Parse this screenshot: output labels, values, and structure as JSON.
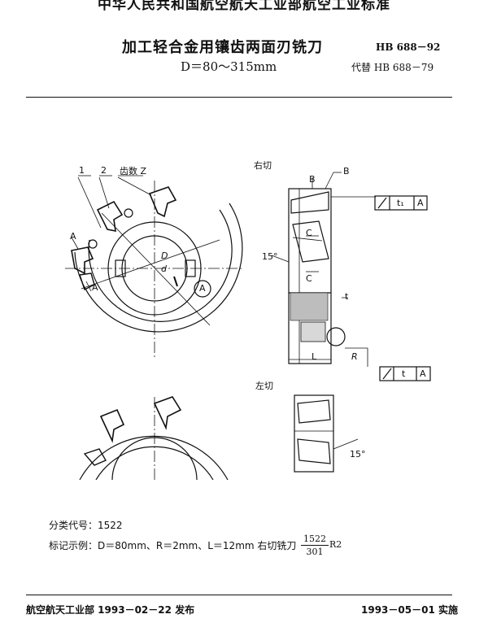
{
  "header": {
    "organization": "中华人民共和国航空航天工业部航空工业标准",
    "title": "加工轻合金用镶齿两面刃铣刀",
    "subtitle": "D＝80～315mm",
    "standard_number": "HB 688－92",
    "replaces": "代替 HB 688－79"
  },
  "drawing": {
    "label_1": "1",
    "label_2": "2",
    "teeth_label": "齿数 Z",
    "section_A": "A",
    "D": "D",
    "d": "d",
    "right_cut": "右切",
    "left_cut": "左切",
    "B": "B",
    "C": "C",
    "L": "L",
    "R": "R",
    "angle_15": "15°",
    "t_small": "t",
    "tol_1": "t₁",
    "tol_2": "t",
    "datum_A": "A"
  },
  "info": {
    "classification": "分类代号：1522",
    "example": "标记示例：D＝80mm、R＝2mm、L＝12mm 右切铣刀",
    "fraction_num": "1522",
    "fraction_den": "301",
    "fraction_suffix": "R2"
  },
  "footer": {
    "issued": "航空航天工业部 1993－02－22 发布",
    "effective": "1993－05－01 实施"
  }
}
